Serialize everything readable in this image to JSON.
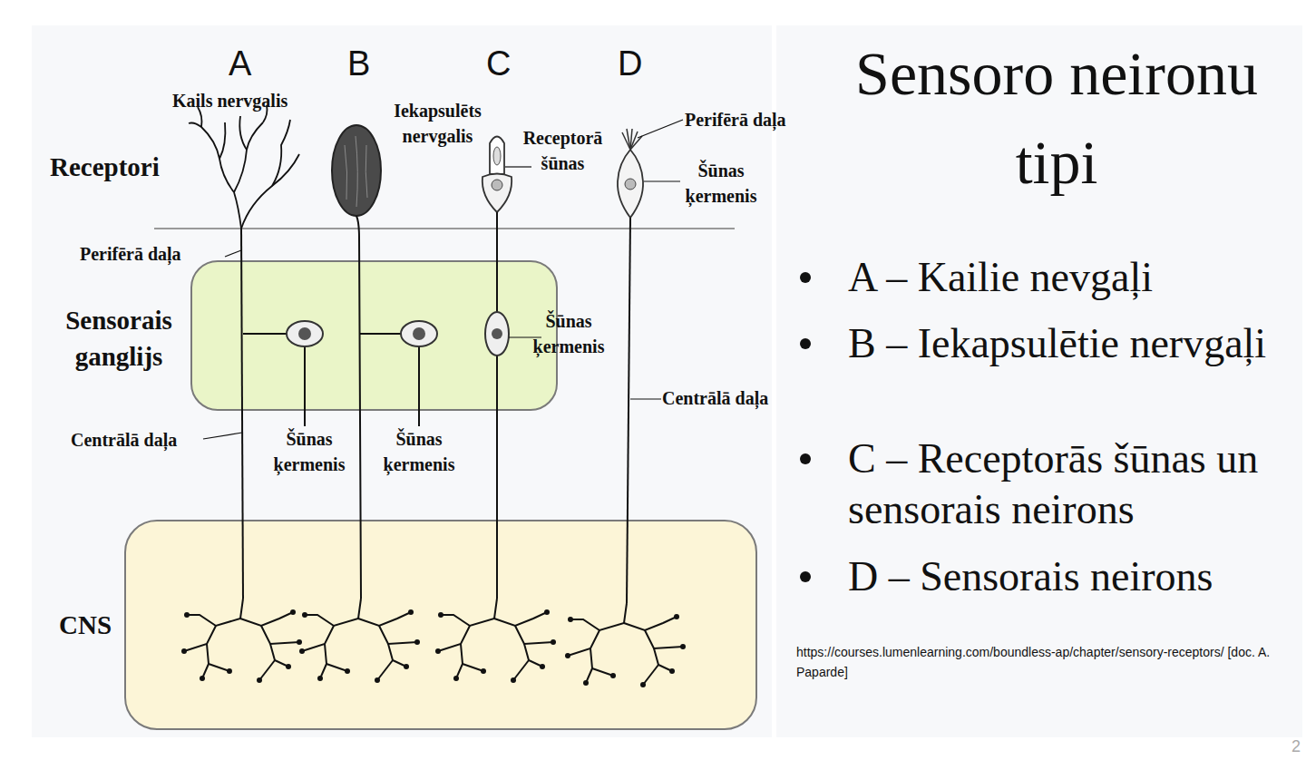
{
  "diagram": {
    "title": "Sensoro neironu tipi",
    "nodes": [
      {
        "text": [
          "Sensorais ganglijs"
        ]
      },
      {
        "text": [
          "CNS"
        ]
      }
    ],
    "labels": [
      "A",
      "B",
      "C",
      "D",
      "Kails nervgalis",
      "Iekapsulēts nervgalis",
      "Receptorā šūnas",
      "Perifērā daļa",
      "Šūnas ķermenis",
      "Receptori",
      "Perifērā daļa",
      "Šūnas ķermenis",
      "Centrālā daļa",
      "Centrālā daļa",
      "Šūnas ķermenis",
      "Šūnas ķermenis",
      "A – Kailie nevgaļi",
      "B – Iekapsulētie nervgaļi",
      "C – Receptorās šūnas un sensorais neirons",
      "D – Sensorais neirons",
      "https://courses.lumenlearning.com/boundless-ap/chapter/sensory-receptors/ [doc. A. Paparde]",
      "2"
    ]
  }
}
